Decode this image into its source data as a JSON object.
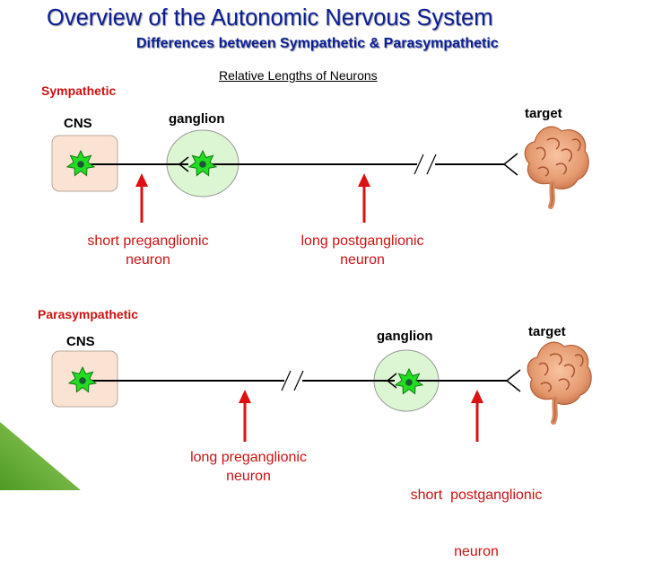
{
  "title": "Overview of the Autonomic Nervous System",
  "subtitle": "Differences between Sympathetic & Parasympathetic",
  "diagram_heading": "Relative Lengths of Neurons",
  "sympathetic": {
    "label": "Sympathetic",
    "cns": "CNS",
    "ganglion": "ganglion",
    "target": "target",
    "pre_label": "short preganglionic",
    "pre_sub": "neuron",
    "post_label": "long postganglionic",
    "post_sub": "neuron"
  },
  "parasympathetic": {
    "label": "Parasympathetic",
    "cns": "CNS",
    "ganglion": "ganglion",
    "target": "target",
    "pre_label": "long preganglionic",
    "pre_sub": "neuron",
    "post_label": "short  postganglionic",
    "post_sub": "neuron"
  },
  "colors": {
    "title": "#0a1e96",
    "label_red": "#cc1111",
    "arrow_red": "#dd1111",
    "cns_fill": "#fbe3d4",
    "ganglion_fill": "#dcf5d2",
    "neuron_star": "#22dd22",
    "corner_green": "#5fae2e"
  }
}
